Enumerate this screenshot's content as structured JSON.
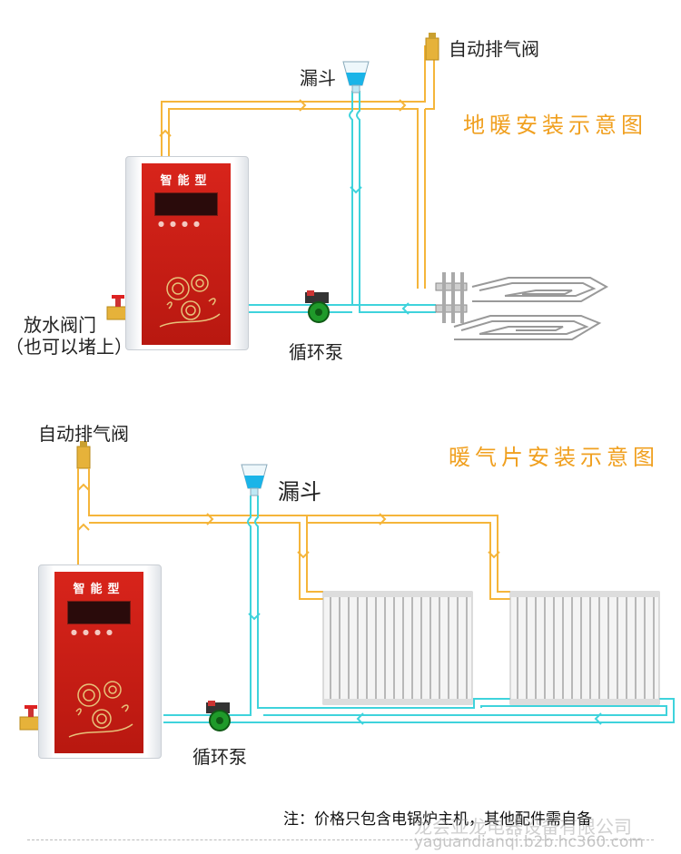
{
  "diagram1": {
    "title": "地暖安装示意图",
    "funnel_label": "漏斗",
    "vent_label": "自动排气阀",
    "drain_label_line1": "放水阀门",
    "drain_label_line2": "（也可以堵上）",
    "pump_label": "循环泵",
    "boiler_label": "智能型"
  },
  "diagram2": {
    "title": "暖气片安装示意图",
    "vent_label": "自动排气阀",
    "funnel_label": "漏斗",
    "pump_label": "循环泵",
    "boiler_label": "智能型"
  },
  "footer": {
    "note": "注：价格只包含电锅炉主机，其他配件需自备",
    "watermark_line1": "龙会亚龙电器设备有限公司",
    "watermark_line2": "yaguandianqi.b2b.hc360.com"
  },
  "colors": {
    "supply_pipe": "#f5b53a",
    "return_pipe": "#3fd3dc",
    "title": "#f0a020",
    "boiler_panel": "#c81e16",
    "pump": "#1f9a2a"
  }
}
